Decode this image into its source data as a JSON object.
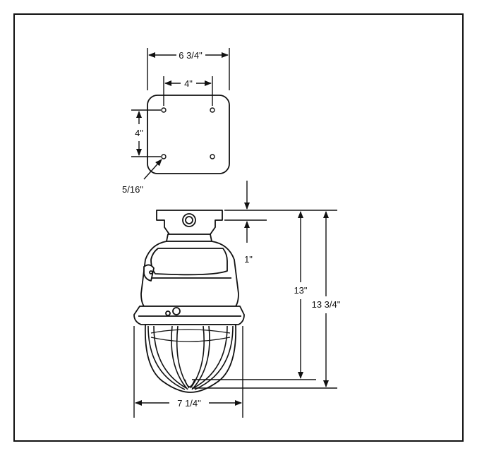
{
  "diagram": {
    "labels": {
      "plate_width": "6 3/4\"",
      "hole_spacing_h": "4\"",
      "hole_spacing_v": "4\"",
      "hole_diameter": "5/16\"",
      "cover_height": "1\"",
      "fixture_height": "13\"",
      "overall_height": "13 3/4\"",
      "guard_width": "7 1/4\""
    }
  }
}
